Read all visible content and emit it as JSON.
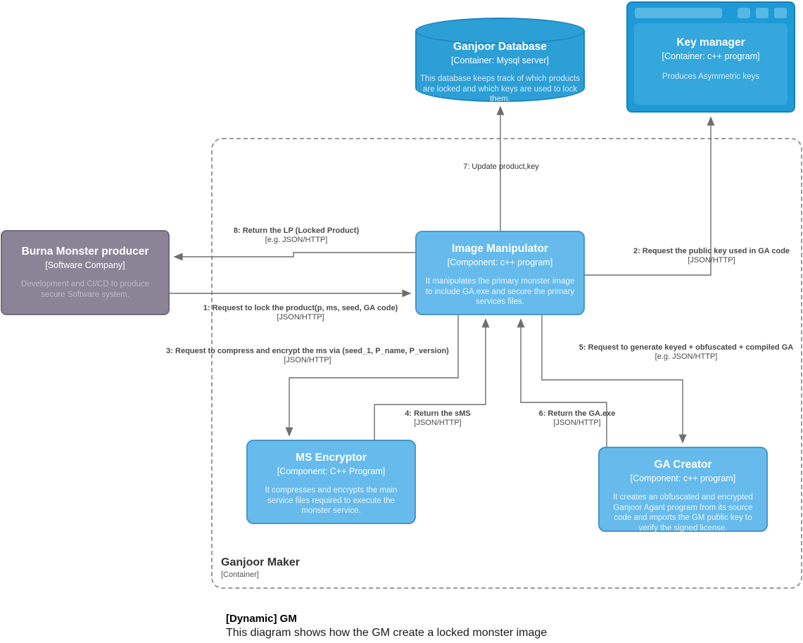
{
  "group": {
    "name": "Ganjoor Maker",
    "meta": "[Container]"
  },
  "nodes": {
    "database": {
      "name": "Ganjoor Database",
      "meta": "[Container: Mysql server]",
      "description": "This database keeps track of which products are locked and which keys are used to lock them."
    },
    "key_manager": {
      "name": "Key manager",
      "meta": "[Container: c++ program]",
      "description": "Produces Asymmetric keys"
    },
    "producer": {
      "name": "Burna Monster producer",
      "meta": "[Software Company]",
      "description": "Development and CI/CD to produce secure Software system."
    },
    "image_manipulator": {
      "name": "Image Manipulator",
      "meta": "[Component: c++ program]",
      "description": "It manipulates the primary monster image to include GA.exe and secure the primary services files."
    },
    "ms_encryptor": {
      "name": "MS Encryptor",
      "meta": "[Component: C++ Program]",
      "description": "It compresses and encrypts the main service files required to execute the monster service."
    },
    "ga_creator": {
      "name": "GA Creator",
      "meta": "[Component: c++ program]",
      "description": "It creates an obfuscated and encrypted Ganjoor Agant program from its source code and imports the GM public key to verify the signed license."
    }
  },
  "relationships": [
    {
      "label": "1: Request to lock the product(p, ms, seed, GA code)",
      "protocol": "[JSON/HTTP]"
    },
    {
      "label": "2: Request the public key used in GA code",
      "protocol": "[JSON/HTTP]"
    },
    {
      "label": "3: Request to compress and encrypt the ms via (seed_1, P_name, P_version)",
      "protocol": "[JSON/HTTP]"
    },
    {
      "label": "4: Return the sMS",
      "protocol": "[JSON/HTTP]"
    },
    {
      "label": "5: Request to generate keyed + obfuscated + compiled GA",
      "protocol": "[e.g. JSON/HTTP]"
    },
    {
      "label": "6: Return the GA.exe",
      "protocol": "[JSON/HTTP]"
    },
    {
      "label": "7: Update product,key",
      "protocol": ""
    },
    {
      "label": "8: Return the LP (Locked Product)",
      "protocol": "[e.g. JSON/HTTP]"
    }
  ],
  "caption": {
    "title": "[Dynamic] GM",
    "text": "This diagram shows how the GM create a locked monster image"
  },
  "colors": {
    "container_blue": "#2d9fd7",
    "component_blue": "#66bbec",
    "browser_frame_blue": "#1e9ad6",
    "external_grey": "#8b8497",
    "edge_grey": "#6e6e6e"
  }
}
